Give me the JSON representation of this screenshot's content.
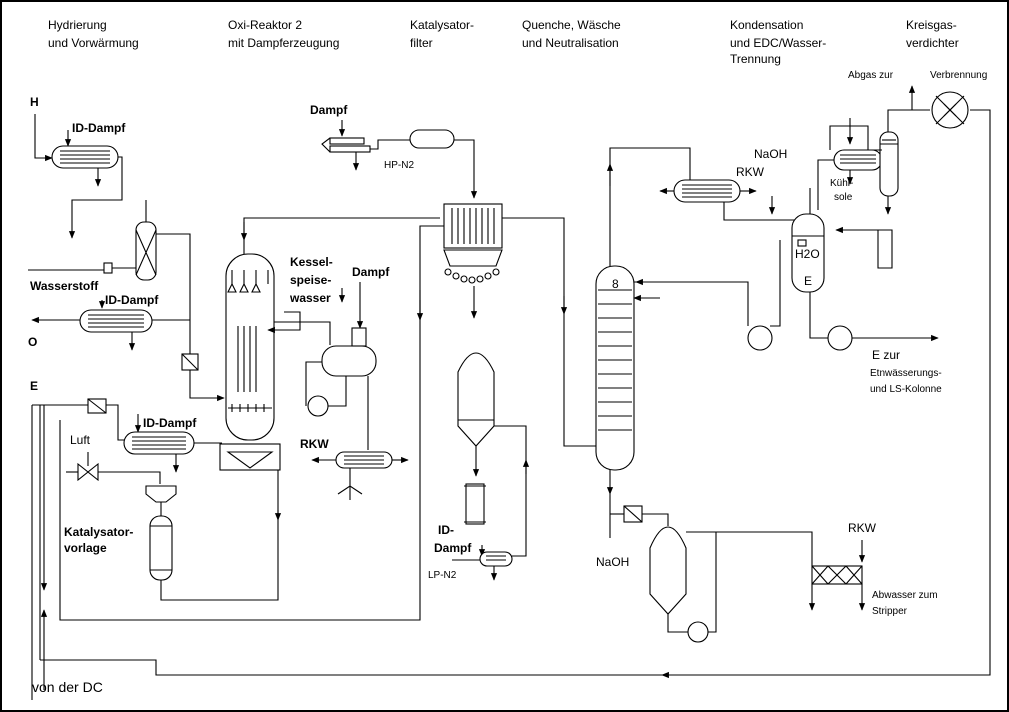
{
  "headers": [
    "Hydrierung",
    "und   Vorwärmung",
    "Oxi-Reaktor  2",
    "mit    Dampferzeugung",
    "Katalysator-",
    "filter",
    "Quenche,   Wäsche",
    "und    Neutralisation",
    "Kondensation",
    "und    EDC/Wasser-",
    "Trennung",
    "Kreisgas-",
    "verdichter"
  ],
  "labels": {
    "h": "H",
    "id_dampf_1": "ID-Dampf",
    "wasserstoff": "Wasserstoff",
    "id_dampf_2": "ID-Dampf",
    "o": "O",
    "e": "E",
    "id_dampf_3": "ID-Dampf",
    "luft": "Luft",
    "katalysator_1": "Katalysator-",
    "katalysator_2": "vorlage",
    "dampf_top": "Dampf",
    "hp_n2": "HP-N2",
    "kessel_1": "Kessel-",
    "kessel_2": "speise-",
    "kessel_3": "wasser",
    "dampf_mid": "Dampf",
    "rkw_1": "RKW",
    "id_dampf_4a": "ID-",
    "id_dampf_4b": "Dampf",
    "lp_n2": "LP-N2",
    "naoh_1": "NaOH",
    "rkw_2": "RKW",
    "kuehl_1": "Kühl-",
    "kuehl_2": "sole",
    "h2o": "H2O",
    "e_sep": "E",
    "col_num": "8",
    "abgas": "Abgas zur",
    "verbrennung": "Verbrennung",
    "e_zur_1": "E zur",
    "e_zur_2": "Etnwässerungs-",
    "e_zur_3": "und  LS-Kolonne",
    "naoh_2": "NaOH",
    "rkw_3": "RKW",
    "abwasser_1": "Abwasser zum",
    "abwasser_2": "Stripper",
    "von_der_dc": "von der DC"
  }
}
